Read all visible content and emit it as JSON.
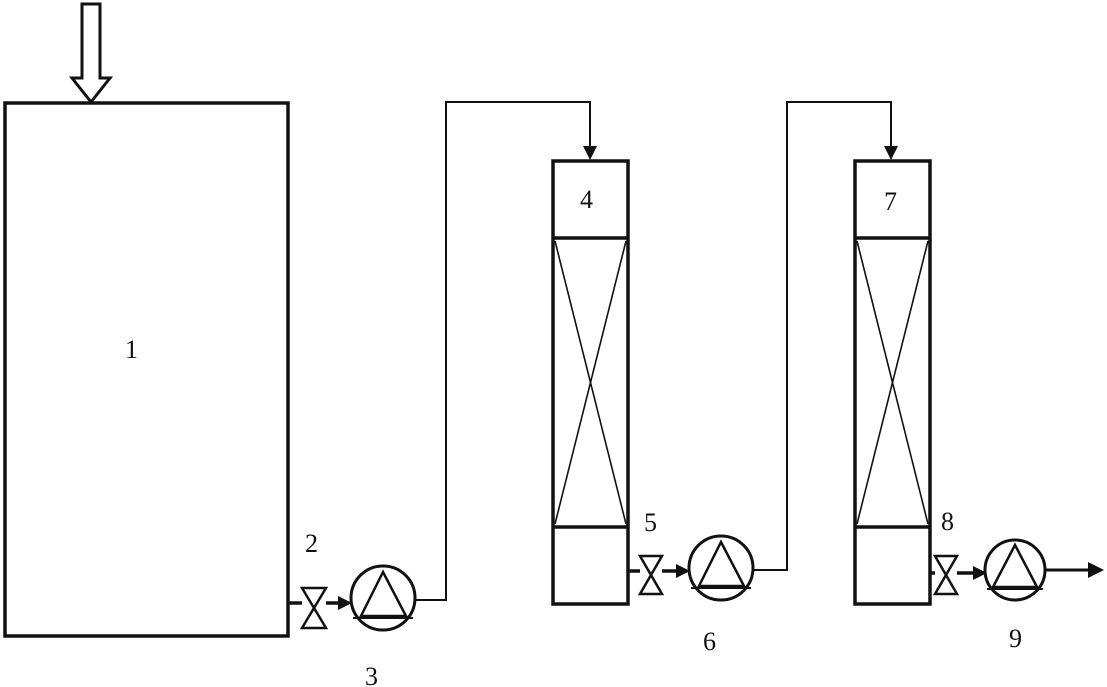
{
  "labels": {
    "tank": "1",
    "valve_1": "2",
    "pump_1": "3",
    "column_1": "4",
    "valve_2": "5",
    "pump_2": "6",
    "column_2": "7",
    "valve_3": "8",
    "pump_3": "9"
  },
  "icons": {
    "feed_arrow": "hollow-down-arrow",
    "valve": "bowtie-valve",
    "pump": "circle-triangle-pump",
    "packing": "x-cross-packed-bed",
    "outlet_arrow": "right-arrow"
  },
  "colors": {
    "line": "#111111",
    "background": "#ffffff"
  }
}
